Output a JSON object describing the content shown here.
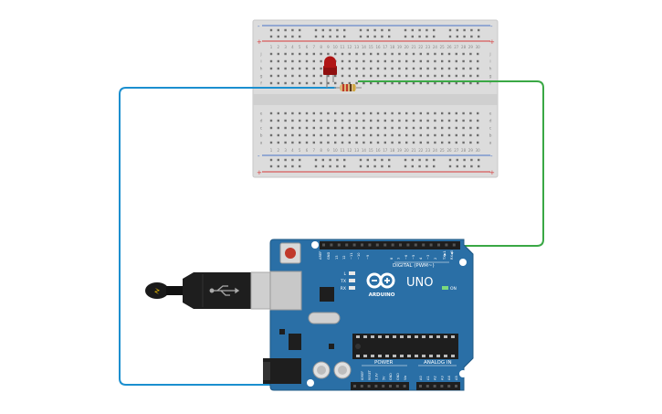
{
  "breadboard": {
    "column_numbers": [
      "1",
      "2",
      "3",
      "4",
      "5",
      "6",
      "7",
      "8",
      "9",
      "10",
      "11",
      "12",
      "13",
      "14",
      "15",
      "16",
      "17",
      "18",
      "19",
      "20",
      "21",
      "22",
      "23",
      "24",
      "25",
      "26",
      "27",
      "28",
      "29",
      "30"
    ],
    "row_letters_top": [
      "j",
      "i",
      "h",
      "g",
      "f"
    ],
    "row_letters_bottom": [
      "e",
      "d",
      "c",
      "b",
      "a"
    ],
    "rail_plus": "+",
    "rail_minus": "-"
  },
  "arduino": {
    "brand": "ARDUINO",
    "model": "UNO",
    "digital_header_label": "DIGITAL (PWM~)",
    "power_label": "POWER",
    "analog_label": "ANALOG IN",
    "on_label": "ON",
    "led_labels": [
      "L",
      "TX",
      "RX"
    ],
    "digital_pin_labels": [
      "AREF",
      "GND",
      "13",
      "12",
      "~11",
      "~10",
      "~9",
      "8",
      "7",
      "~6",
      "~5",
      "4",
      "~3",
      "2",
      "TX▶1",
      "RX◀0"
    ],
    "power_pin_labels": [
      "IOREF",
      "RESET",
      "3.3V",
      "5V",
      "GND",
      "GND",
      "Vin"
    ],
    "analog_pin_labels": [
      "A0",
      "A1",
      "A2",
      "A3",
      "A4",
      "A5"
    ]
  },
  "colors": {
    "wire_blue": "#1b8fcf",
    "wire_green": "#3aa845",
    "board_blue": "#2a6fa6",
    "led_red": "#b01515",
    "rail_red": "#d63a3a",
    "rail_blue": "#4a74c9"
  },
  "icons": [
    "usb-cable-icon",
    "usb-port-icon",
    "power-jack-icon",
    "reset-button-icon",
    "infinity-logo-icon"
  ]
}
